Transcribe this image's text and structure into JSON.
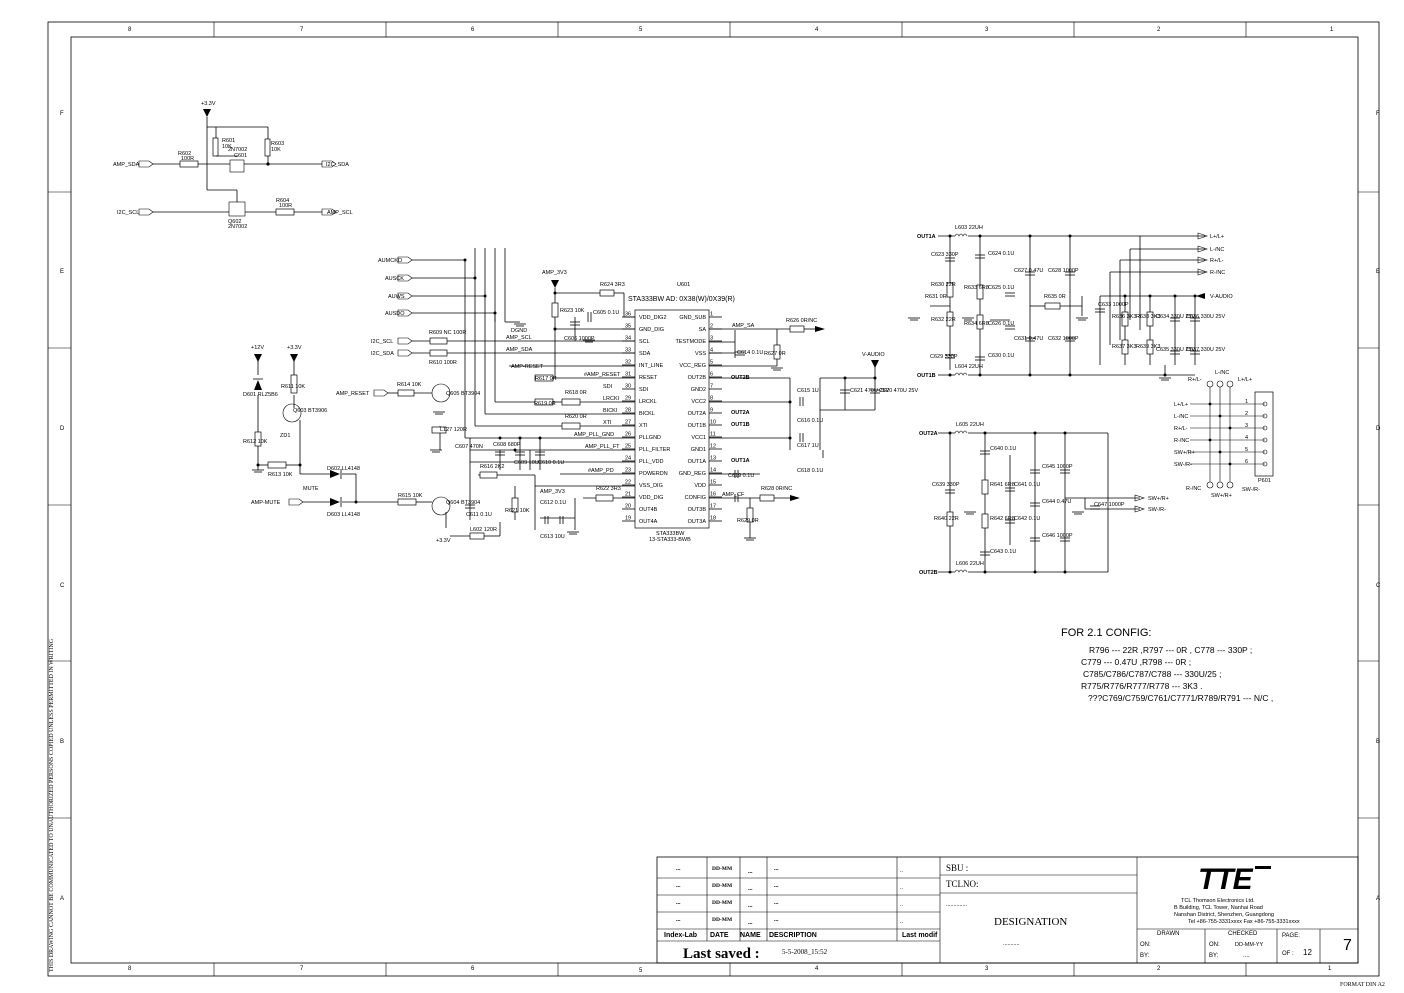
{
  "frame": {
    "top_cols": [
      "8",
      "7",
      "6",
      "5",
      "4",
      "3",
      "2",
      "1"
    ],
    "bottom_cols": [
      "8",
      "7",
      "6",
      "5",
      "4",
      "3",
      "2",
      "1"
    ],
    "rows": [
      "F",
      "E",
      "D",
      "C",
      "B",
      "A"
    ],
    "side_note": "THIS DRAWING CANNOT BE COMMUNICATED TO UNAUTHORIZED PERSONS COPIED UNLESS PERMITTED IN WRITING",
    "format": "FORMAT DIN A2"
  },
  "i2c": {
    "supply": "+3.3V",
    "amp_sda": "AMP_SDA",
    "i2c_sda": "I2C_SDA",
    "i2c_scl": "I2C_SCL",
    "amp_scl": "AMP_SCL",
    "r601": "R601",
    "r601_v": "10K",
    "r602": "R602",
    "r602_v": "100R",
    "r603": "R603",
    "r603_v": "10K",
    "r604": "R604",
    "r604_v": "100R",
    "q601": "2N7002",
    "c601": "C601",
    "q602": "Q602",
    "q602_v": "2N7002"
  },
  "amp": {
    "u601": "U601",
    "title": "STA333BW AD: 0X38(W)/0X39(R)",
    "part1": "STA333BW",
    "part2": "13-STA333-BWB",
    "left_pins": [
      {
        "num": "36",
        "name": "VDD_DIG2"
      },
      {
        "num": "35",
        "name": "GND_DIG"
      },
      {
        "num": "34",
        "name": "SCL"
      },
      {
        "num": "33",
        "name": "SDA"
      },
      {
        "num": "32",
        "name": "INT_LINE"
      },
      {
        "num": "31",
        "name": "RESET"
      },
      {
        "num": "30",
        "name": "SDI"
      },
      {
        "num": "29",
        "name": "LRCKL"
      },
      {
        "num": "28",
        "name": "BICKL"
      },
      {
        "num": "27",
        "name": "XTI"
      },
      {
        "num": "26",
        "name": "PLLGND"
      },
      {
        "num": "25",
        "name": "PLL_FILTER"
      },
      {
        "num": "24",
        "name": "PLL_VDD"
      },
      {
        "num": "23",
        "name": "POWERDN"
      },
      {
        "num": "22",
        "name": "VSS_DIG"
      },
      {
        "num": "21",
        "name": "VDD_DIG"
      },
      {
        "num": "20",
        "name": "OUT4B"
      },
      {
        "num": "19",
        "name": "OUT4A"
      }
    ],
    "right_pins": [
      {
        "num": "1",
        "name": "GND_SUB"
      },
      {
        "num": "2",
        "name": "SA"
      },
      {
        "num": "3",
        "name": "TESTMODE"
      },
      {
        "num": "4",
        "name": "VSS"
      },
      {
        "num": "5",
        "name": "VCC_REG"
      },
      {
        "num": "6",
        "name": "OUT2B"
      },
      {
        "num": "7",
        "name": "GND2"
      },
      {
        "num": "8",
        "name": "VCC2"
      },
      {
        "num": "9",
        "name": "OUT2A"
      },
      {
        "num": "10",
        "name": "OUT1B"
      },
      {
        "num": "11",
        "name": "VCC1"
      },
      {
        "num": "12",
        "name": "GND1"
      },
      {
        "num": "13",
        "name": "OUT1A"
      },
      {
        "num": "14",
        "name": "GND_REG"
      },
      {
        "num": "15",
        "name": "VDD"
      },
      {
        "num": "16",
        "name": "CONFIG"
      },
      {
        "num": "17",
        "name": "OUT3B"
      },
      {
        "num": "18",
        "name": "OUT3A"
      }
    ],
    "left_nets": [
      "AUMCKO",
      "AUSCK",
      "AUWS",
      "AUSDO",
      "I2C_SCL",
      "I2C_SDA",
      "AMP_RESET",
      "AMP-MUTE"
    ],
    "net_labels": [
      "AMP_3V3",
      "AMP_SCL",
      "AMP_SDA",
      "AMP-RESET",
      "#AMP_RESET",
      "SDI",
      "LRCKI",
      "BICKI",
      "XTI",
      "AMP_PLL_GND",
      "AMP_PLL_FT",
      "#AMP_PD",
      "AMP_3V3",
      "AMP_SA",
      "AMP_CF",
      "OUT2B",
      "OUT2A",
      "OUT1B",
      "OUT1A",
      "V-AUDIO",
      "DGND",
      "+12V",
      "+3.3V",
      "+3.3V",
      "MUTE"
    ],
    "parts": [
      "R624 3R3",
      "R623 10K",
      "C605 0.1U",
      "C606 1000P",
      "R609 NC 100R",
      "R610 100R",
      "R614 10K",
      "Q605 BT3904",
      "L127 120R",
      "R617 0R",
      "R618 0R",
      "R619 0R",
      "R620 0R",
      "C607 470N",
      "C608 680P",
      "C609 10U",
      "C610 0.1U",
      "R616 2K2",
      "R622 3R3",
      "C612 0.1U",
      "C613 10U",
      "R621 10K",
      "C611 0.1U",
      "L602 120R",
      "Q604 BT3904",
      "R615 10K",
      "D602 LL4148",
      "D603 LL4148",
      "D601 RLZ5B6",
      "R611 10K",
      "R612 10K",
      "R613 10K",
      "Q603 BT3906",
      "ZD1",
      "R626 0R/NC",
      "C614 0.1U",
      "R627 0R",
      "C615 1U",
      "C616 0.1U",
      "C617 1U",
      "C618 0.1U",
      "C619 0.1U",
      "R628 0R/NC",
      "R629 0R",
      "C621 470U 25V",
      "C620 470U 25V"
    ]
  },
  "output": {
    "top_nets": [
      "OUT1A",
      "OUT1B",
      "L+/L+",
      "L-/NC",
      "R+/L-",
      "R-/NC",
      "V-AUDIO"
    ],
    "bottom_nets": [
      "OUT2A",
      "OUT2B",
      "SW+/R+",
      "SW-/R-"
    ],
    "parts": [
      "L603 22UH",
      "C623 330P",
      "C624 0.1U",
      "C627 0.47U",
      "C628 1000P",
      "R630 22R",
      "R631 0R",
      "R633 6R8",
      "C625 0.1U",
      "R635 0R",
      "C633 1000P",
      "R636 3K3",
      "R638 3K3",
      "C634 330U 25V",
      "C636 330U 25V",
      "R634 6R8",
      "C626 0.1U",
      "R632 22R",
      "R637 3K3",
      "R639 3K3",
      "C635 330U 25V",
      "C637 330U 25V",
      "C629 330P",
      "L604 22UH",
      "C630 0.1U",
      "C631 0.47U",
      "C632 1000P",
      "L605 22UH",
      "C640 0.1U",
      "C645 1000P",
      "C639 330P",
      "R641 6R8",
      "C641 0.1U",
      "C644 0.47U",
      "C647 1000P",
      "R640 22R",
      "R642 6R8",
      "C642 0.1U",
      "C646 1000P",
      "C643 0.1U",
      "L606 22UH"
    ],
    "connector": {
      "name": "P601",
      "pins": [
        "1",
        "2",
        "3",
        "4",
        "5",
        "6"
      ],
      "labels": [
        "L+/L+",
        "L-/NC",
        "R+/L-",
        "R-/NC",
        "SW+/R+",
        "SW-/R-"
      ],
      "top": [
        "R+/L-",
        "L-/NC",
        "L+/L+"
      ],
      "bottom": [
        "R-/NC",
        "SW+/R+",
        "SW-/R-"
      ]
    }
  },
  "config_note": {
    "title": "FOR 2.1 CONFIG:",
    "lines": [
      "R796 --- 22R ,R797 --- 0R , C778 --- 330P ;",
      "C779 --- 0.47U ,R798 --- 0R ;",
      "C785/C786/C787/C788 --- 330U/25 ;",
      "R775/R776/R777/R778 --- 3K3 .",
      "???C769/C759/C761/C7771/R789/R791 --- N/C ,"
    ]
  },
  "title_block": {
    "rev_rows": [
      {
        "idx": "...",
        "date": "DD-MM",
        "name": "...",
        "desc": "...",
        "mod": ".."
      },
      {
        "idx": "...",
        "date": "DD-MM",
        "name": "...",
        "desc": "...",
        "mod": ".."
      },
      {
        "idx": "...",
        "date": "DD-MM",
        "name": "...",
        "desc": "...",
        "mod": ".."
      },
      {
        "idx": "...",
        "date": "DD-MM",
        "name": "...",
        "desc": "...",
        "mod": ".."
      }
    ],
    "h_index": "Index-Lab",
    "h_date": "DATE",
    "h_name": "NAME",
    "h_desc": "DESCRIPTION",
    "h_mod": "Last modif",
    "last_saved_label": "Last saved :",
    "last_saved_value": "5-5-2008_15:52",
    "sbu": "SBU :",
    "tclno": "TCLNO:",
    "dots": "..............",
    "designation": "DESIGNATION",
    "designation_dots": "...........",
    "logo": "TTE",
    "company": [
      "TCL Thomson Electronics Ltd.",
      "B Building, TCL Tower, Nanhai Road",
      "Nanshan District, Shenzhen, Guangdong",
      "Tel +86-755-3331xxxx    Fax +86-755-3331xxxx"
    ],
    "drawn": "DRAWN",
    "checked": "CHECKED",
    "on": "ON:",
    "by": "BY:",
    "on2": "ON:",
    "by2": "BY:",
    "checked_on": "DD-MM-YY",
    "checked_by": "....",
    "page_label": "PAGE:",
    "of_label": "OF :",
    "of_value": "12",
    "page_value": "7"
  }
}
